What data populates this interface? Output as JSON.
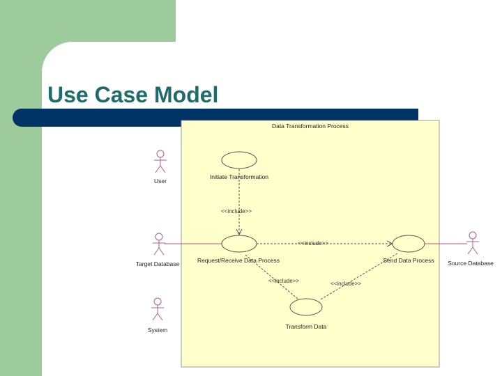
{
  "slide": {
    "title": "Use Case Model"
  },
  "diagram": {
    "boundary_title": "Data Transformation Process",
    "actors": [
      {
        "id": "user",
        "label": "User"
      },
      {
        "id": "target-db",
        "label": "Target Database"
      },
      {
        "id": "system",
        "label": "System"
      },
      {
        "id": "source-db",
        "label": "Source Database"
      }
    ],
    "use_cases": [
      {
        "id": "initiate",
        "label": "Initiate Transformation"
      },
      {
        "id": "request",
        "label": "Request/Receive Data Process"
      },
      {
        "id": "send",
        "label": "Send Data Process"
      },
      {
        "id": "transform",
        "label": "Transform Data"
      }
    ],
    "relationships": [
      {
        "from": "initiate",
        "to": "request",
        "stereotype": "<<include>>"
      },
      {
        "from": "request",
        "to": "send",
        "stereotype": "<<include>>"
      },
      {
        "from": "request",
        "to": "transform",
        "stereotype": "<<include>>"
      },
      {
        "from": "send",
        "to": "transform",
        "stereotype": "<<include>>"
      }
    ]
  }
}
